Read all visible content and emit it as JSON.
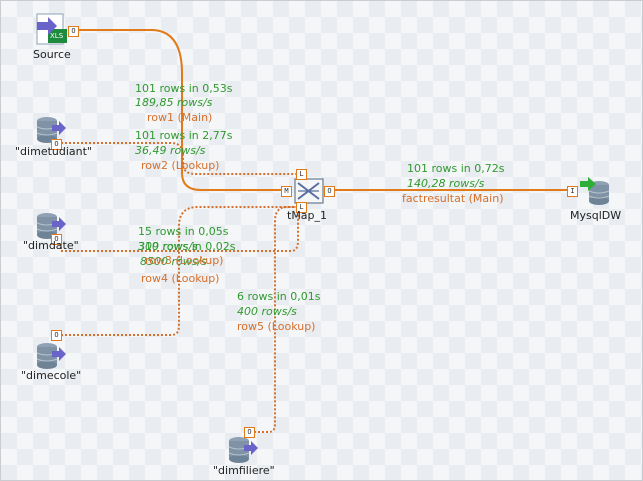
{
  "components": {
    "source": {
      "label": "Source",
      "badge": "XLS",
      "icon": "excel-file-input-icon"
    },
    "dimetudiant": {
      "label": "\"dimetudiant\"",
      "icon": "database-input-icon"
    },
    "dimdate": {
      "label": "\"dimdate\"",
      "icon": "database-input-icon"
    },
    "dimecole": {
      "label": "\"dimecole\"",
      "icon": "database-input-icon"
    },
    "dimfiliere": {
      "label": "\"dimfiliere\"",
      "icon": "database-input-icon"
    },
    "tmap": {
      "label": "tMap_1",
      "icon": "tmap-icon"
    },
    "mysqldw": {
      "label": "MysqlDW",
      "icon": "database-output-icon"
    }
  },
  "ports": {
    "out": "O",
    "main": "M",
    "lookup": "L",
    "in": "I"
  },
  "flows": {
    "row1": {
      "rows": "101 rows in 0,53s",
      "rate": "189,85 rows/s",
      "name": "row1 (Main)"
    },
    "row2": {
      "rows": "101 rows in 2,77s",
      "rate": "36,49 rows/s",
      "name": "row2 (Lookup)"
    },
    "row3": {
      "rows": "319 rows in 0,02s",
      "rate": "8500 rows/s",
      "name": "row3 (Lookup)"
    },
    "row4": {
      "rows": "15 rows in 0,05s",
      "rate": "300 rows/s",
      "name": "row4 (Lookup)"
    },
    "row5": {
      "rows": "6 rows in 0,01s",
      "rate": "400 rows/s",
      "name": "row5 (Lookup)"
    },
    "fact": {
      "rows": "101 rows in 0,72s",
      "rate": "140,28 rows/s",
      "name": "factresultat (Main)"
    }
  },
  "colors": {
    "main_link": "#e07a1a",
    "lookup_link": "#d5702c",
    "stats_green": "#2f9a2f"
  }
}
